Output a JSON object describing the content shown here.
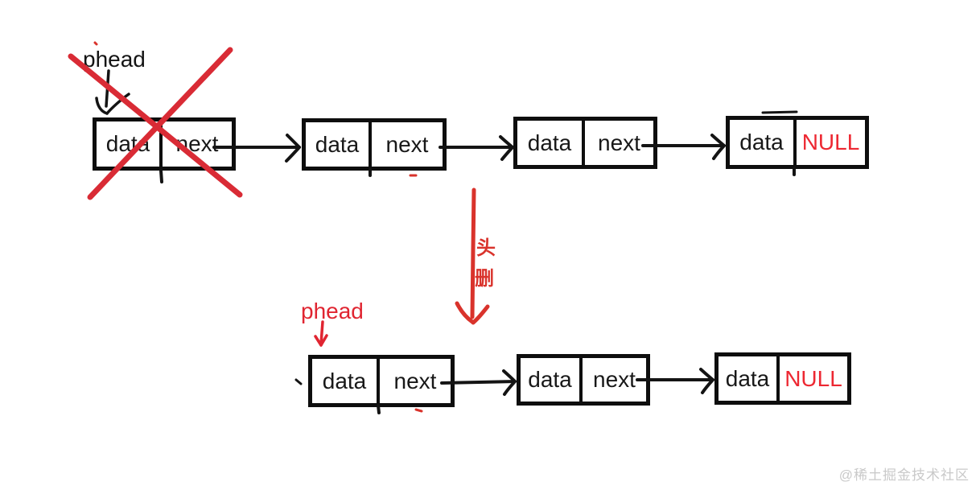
{
  "colors": {
    "ink": "#0e0e0e",
    "red_stroke": "#d92b35",
    "red_text": "#ed2832",
    "watermark": "#c9c9c9",
    "background": "#ffffff"
  },
  "pointers": {
    "top_label": "phead",
    "bottom_label": "phead"
  },
  "operation": {
    "char1": "头",
    "char2": "删"
  },
  "watermark": "@稀土掘金技术社区",
  "top_list": {
    "nodes": [
      {
        "data": "data",
        "next": "next"
      },
      {
        "data": "data",
        "next": "next"
      },
      {
        "data": "data",
        "next": "next"
      },
      {
        "data": "data",
        "next": "NULL"
      }
    ]
  },
  "bottom_list": {
    "nodes": [
      {
        "data": "data",
        "next": "next"
      },
      {
        "data": "data",
        "next": "next"
      },
      {
        "data": "data",
        "next": "NULL"
      }
    ]
  }
}
